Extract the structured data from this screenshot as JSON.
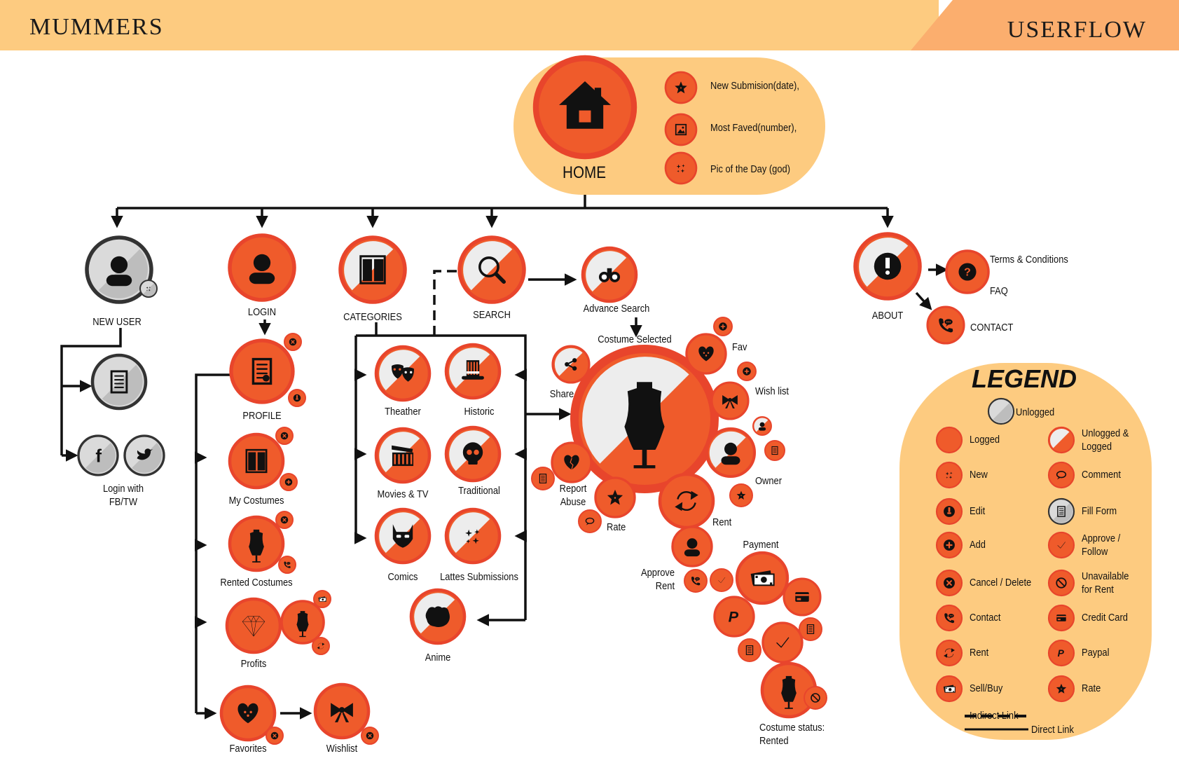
{
  "header": {
    "brand": "MUMMERS",
    "section": "USERFLOW"
  },
  "colors": {
    "header_bg": "#FDCB80",
    "accent_orange": "#EF5B2B",
    "ring_orange": "#E8452C",
    "unlogged_gray": "#DADADA",
    "dark": "#111111"
  },
  "home": {
    "label": "HOME",
    "highlights": [
      "New Submision(date),",
      "Most Faved(number),",
      "Pic of the Day (god)"
    ]
  },
  "nodes": {
    "new_user": "NEW USER",
    "login_with": "Login with\nFB/TW",
    "login": "LOGIN",
    "profile": "PROFILE",
    "my_costumes": "My Costumes",
    "rented_costumes": "Rented Costumes",
    "profits": "Profits",
    "favorites": "Favorites",
    "wishlist": "Wishlist",
    "categories": "CATEGORIES",
    "search": "SEARCH",
    "advance_search": "Advance Search",
    "costume_selected": "Costume  Selected",
    "about": "ABOUT",
    "terms": "Terms & Conditions",
    "faq": "FAQ",
    "contact": "CONTACT"
  },
  "categories": [
    "Theather",
    "Historic",
    "Movies & TV",
    "Traditional",
    "Comics",
    "Lattes Submissions",
    "Anime"
  ],
  "costume_actions": {
    "share": "Share",
    "fav": "Fav",
    "wish_list": "Wish list",
    "owner": "Owner",
    "report_abuse": "Report\nAbuse",
    "rate": "Rate",
    "rent": "Rent",
    "approve_rent": "Approve\nRent",
    "payment": "Payment",
    "status": "Costume status:\nRented"
  },
  "legend": {
    "title": "LEGEND",
    "unlogged": "Unlogged",
    "items": [
      {
        "label": "Logged",
        "icon": "logged-icon"
      },
      {
        "label": "Unlogged &\nLogged",
        "icon": "unlogged-logged-icon"
      },
      {
        "label": "New",
        "icon": "sparkle-icon"
      },
      {
        "label": "Comment",
        "icon": "comment-icon"
      },
      {
        "label": "Edit",
        "icon": "edit-icon"
      },
      {
        "label": "Fill Form",
        "icon": "form-icon"
      },
      {
        "label": "Add",
        "icon": "add-icon"
      },
      {
        "label": "Approve /\nFollow",
        "icon": "check-icon"
      },
      {
        "label": "Cancel / Delete",
        "icon": "cancel-icon"
      },
      {
        "label": "Unavailable\nfor Rent",
        "icon": "unavailable-icon"
      },
      {
        "label": "Contact",
        "icon": "contact-icon"
      },
      {
        "label": "Credit Card",
        "icon": "credit-card-icon"
      },
      {
        "label": "Rent",
        "icon": "rent-icon"
      },
      {
        "label": "Paypal",
        "icon": "paypal-icon"
      },
      {
        "label": "Sell/Buy",
        "icon": "money-icon"
      },
      {
        "label": "Rate",
        "icon": "star-icon"
      }
    ],
    "indirect": "Indirect Link",
    "direct": "Direct Link"
  }
}
